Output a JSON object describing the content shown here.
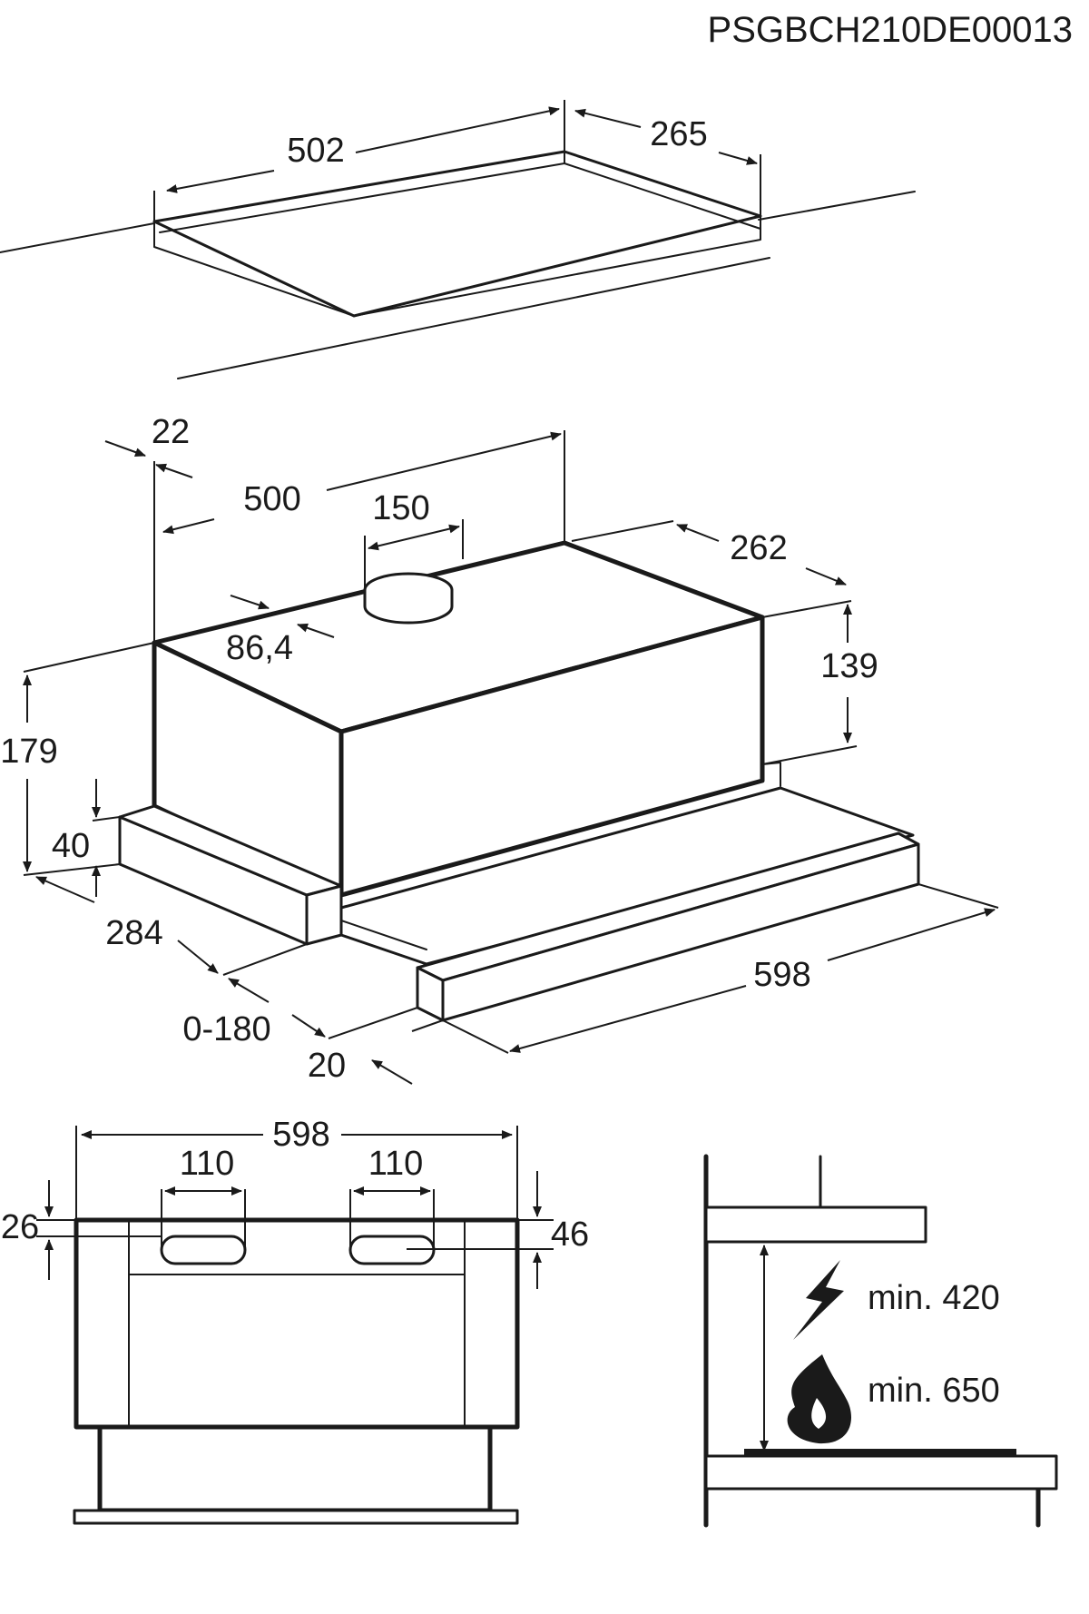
{
  "code": "PSGBCH210DE00013",
  "top_view": {
    "width": "502",
    "depth": "265"
  },
  "iso_view": {
    "offset_22": "22",
    "depth_500": "500",
    "duct_150": "150",
    "side_262": "262",
    "duct_offset": "86,4",
    "height_139": "139",
    "height_179": "179",
    "visor_40": "40",
    "depth_284": "284",
    "extension": "0-180",
    "visor_20": "20",
    "width_598": "598"
  },
  "front_view": {
    "width_598": "598",
    "slot_left": "110",
    "slot_right": "110",
    "dim_26": "26",
    "dim_46": "46"
  },
  "clearance": {
    "electric": "min. 420",
    "gas": "min. 650"
  },
  "icons": [
    "lightning-icon",
    "flame-icon"
  ]
}
